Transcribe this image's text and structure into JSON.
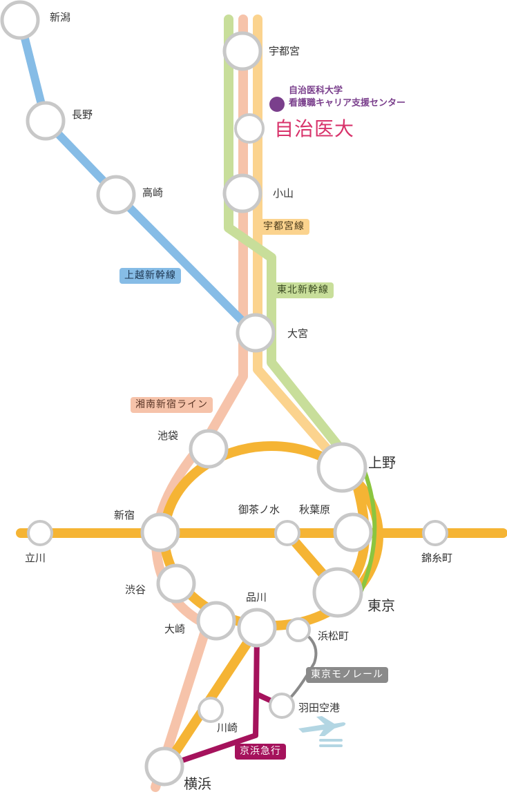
{
  "colors": {
    "joetsu": "#86bce6",
    "tohoku": "#c8de9a",
    "utsunomiya": "#fbd38e",
    "shonan": "#f6c3aa",
    "loop": "#f5b434",
    "keihin_tohoku": "#8bc53f",
    "monorail": "#8a8a8a",
    "keikyu": "#a5125c",
    "station_ring": "#c8c8c8",
    "station_fill": "#ffffff",
    "university": "#d8336b",
    "center": "#7a3f8c"
  },
  "stations": {
    "niigata": "新潟",
    "nagano": "長野",
    "takasaki": "高崎",
    "utsunomiya": "宇都宮",
    "jichi": "",
    "oyama": "小山",
    "omiya": "大宮",
    "ikebukuro": "池袋",
    "ueno": "上野",
    "shinjuku": "新宿",
    "ochanomizu": "御茶ノ水",
    "akihabara": "秋葉原",
    "tachikawa": "立川",
    "kinshicho": "錦糸町",
    "shibuya": "渋谷",
    "shinagawa": "品川",
    "tokyo": "東京",
    "osaki": "大崎",
    "hamamatsucho": "浜松町",
    "haneda": "羽田空港",
    "kawasaki": "川崎",
    "yokohama": "横浜"
  },
  "lines": {
    "utsunomiya": "宇都宮線",
    "tohoku": "東北新幹線",
    "joetsu": "上越新幹線",
    "shonan": "湘南新宿ライン",
    "monorail": "東京モノレール",
    "keikyu": "京浜急行"
  },
  "highlight": {
    "title": "自治医大",
    "center_line1": "自治医科大学",
    "center_line2": "看護職キャリア支援センター"
  },
  "icons": {
    "airport": "airplane-icon",
    "center_marker": "circle-marker-icon"
  }
}
